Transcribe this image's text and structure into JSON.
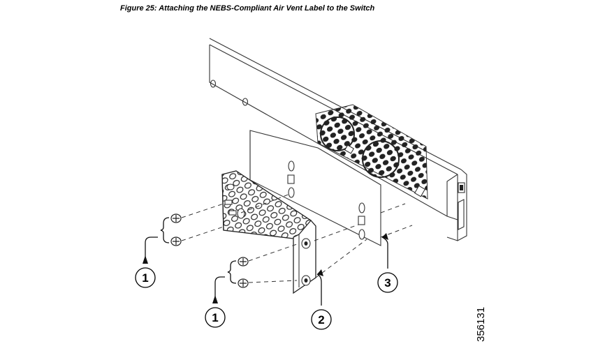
{
  "figure": {
    "caption": "Figure 25: Attaching the NEBS-Compliant Air Vent Label to the Switch",
    "figure_id": "356131"
  },
  "callouts": [
    {
      "number": "1"
    },
    {
      "number": "1"
    },
    {
      "number": "2"
    },
    {
      "number": "3"
    }
  ]
}
